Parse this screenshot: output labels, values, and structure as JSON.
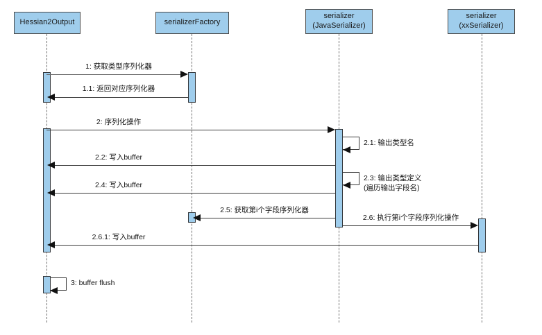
{
  "diagram": {
    "title": "Hessian2 serialization sequence diagram",
    "type": "uml-sequence-diagram",
    "colors": {
      "actor_fill": "#9fcdec",
      "actor_border": "#4a4a4a",
      "activation_fill": "#9fcdec",
      "activation_border": "#33373b",
      "lifeline": "#6f6f6f",
      "message_line": "#3a3a3a",
      "message_line_muted": "#6e6e6e",
      "background": "#ffffff"
    },
    "lifelines": [
      {
        "id": "hessian2output",
        "label": "Hessian2Output"
      },
      {
        "id": "serializerfactory",
        "label": "serializerFactory"
      },
      {
        "id": "javaserializer",
        "label": "serializer\n(JavaSerializer)"
      },
      {
        "id": "xxserializer",
        "label": "serializer\n(xxSerializer)"
      }
    ],
    "messages": [
      {
        "id": "m1",
        "label": "1: 获取类型序列化器",
        "from": "hessian2output",
        "to": "serializerfactory",
        "kind": "call"
      },
      {
        "id": "m1_1",
        "label": "1.1: 返回对应序列化器",
        "from": "serializerfactory",
        "to": "hessian2output",
        "kind": "return"
      },
      {
        "id": "m2",
        "label": "2: 序列化操作",
        "from": "hessian2output",
        "to": "javaserializer",
        "kind": "call"
      },
      {
        "id": "m2_1",
        "label": "2.1: 输出类型名",
        "from": "javaserializer",
        "to": "javaserializer",
        "kind": "self"
      },
      {
        "id": "m2_2",
        "label": "2.2: 写入buffer",
        "from": "javaserializer",
        "to": "hessian2output",
        "kind": "call"
      },
      {
        "id": "m2_3",
        "label": "2.3: 输出类型定义\n(遍历输出字段名)",
        "from": "javaserializer",
        "to": "javaserializer",
        "kind": "self"
      },
      {
        "id": "m2_4",
        "label": "2.4: 写入buffer",
        "from": "javaserializer",
        "to": "hessian2output",
        "kind": "call"
      },
      {
        "id": "m2_5",
        "label": "2.5: 获取第i个字段序列化器",
        "from": "javaserializer",
        "to": "serializerfactory",
        "kind": "call"
      },
      {
        "id": "m2_6",
        "label": "2.6: 执行第i个字段序列化操作",
        "from": "javaserializer",
        "to": "xxserializer",
        "kind": "call"
      },
      {
        "id": "m2_6_1",
        "label": "2.6.1: 写入buffer",
        "from": "xxserializer",
        "to": "hessian2output",
        "kind": "call"
      },
      {
        "id": "m3",
        "label": "3: buffer flush",
        "from": "hessian2output",
        "to": "hessian2output",
        "kind": "self"
      }
    ]
  }
}
